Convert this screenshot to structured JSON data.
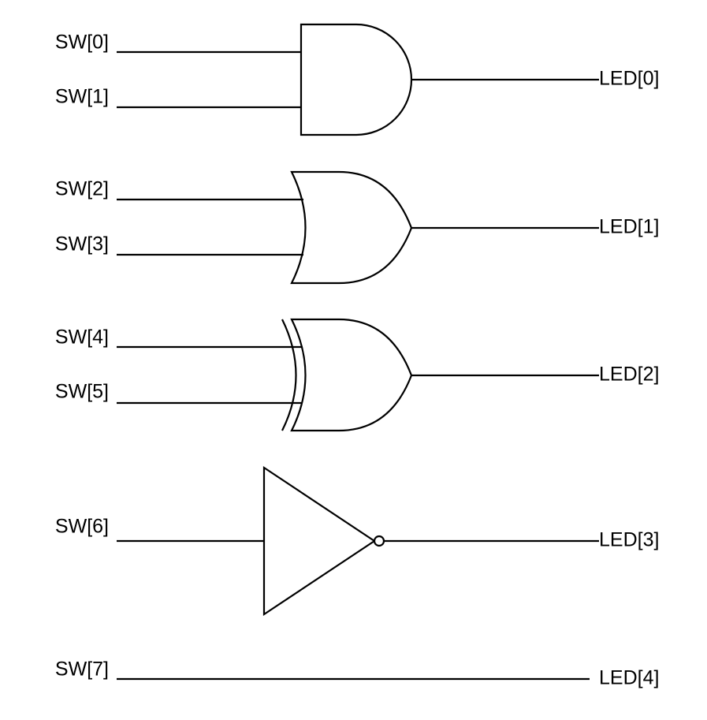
{
  "inputs": [
    {
      "label": "SW[0]"
    },
    {
      "label": "SW[1]"
    },
    {
      "label": "SW[2]"
    },
    {
      "label": "SW[3]"
    },
    {
      "label": "SW[4]"
    },
    {
      "label": "SW[5]"
    },
    {
      "label": "SW[6]"
    },
    {
      "label": "SW[7]"
    }
  ],
  "outputs": [
    {
      "label": "LED[0]"
    },
    {
      "label": "LED[1]"
    },
    {
      "label": "LED[2]"
    },
    {
      "label": "LED[3]"
    },
    {
      "label": "LED[4]"
    }
  ],
  "gates": [
    {
      "type": "AND",
      "inputs": [
        "SW[0]",
        "SW[1]"
      ],
      "output": "LED[0]"
    },
    {
      "type": "OR",
      "inputs": [
        "SW[2]",
        "SW[3]"
      ],
      "output": "LED[1]"
    },
    {
      "type": "XOR",
      "inputs": [
        "SW[4]",
        "SW[5]"
      ],
      "output": "LED[2]"
    },
    {
      "type": "NOT",
      "inputs": [
        "SW[6]"
      ],
      "output": "LED[3]"
    },
    {
      "type": "WIRE",
      "inputs": [
        "SW[7]"
      ],
      "output": "LED[4]"
    }
  ],
  "colors": {
    "stroke": "#000000",
    "background": "#ffffff"
  }
}
